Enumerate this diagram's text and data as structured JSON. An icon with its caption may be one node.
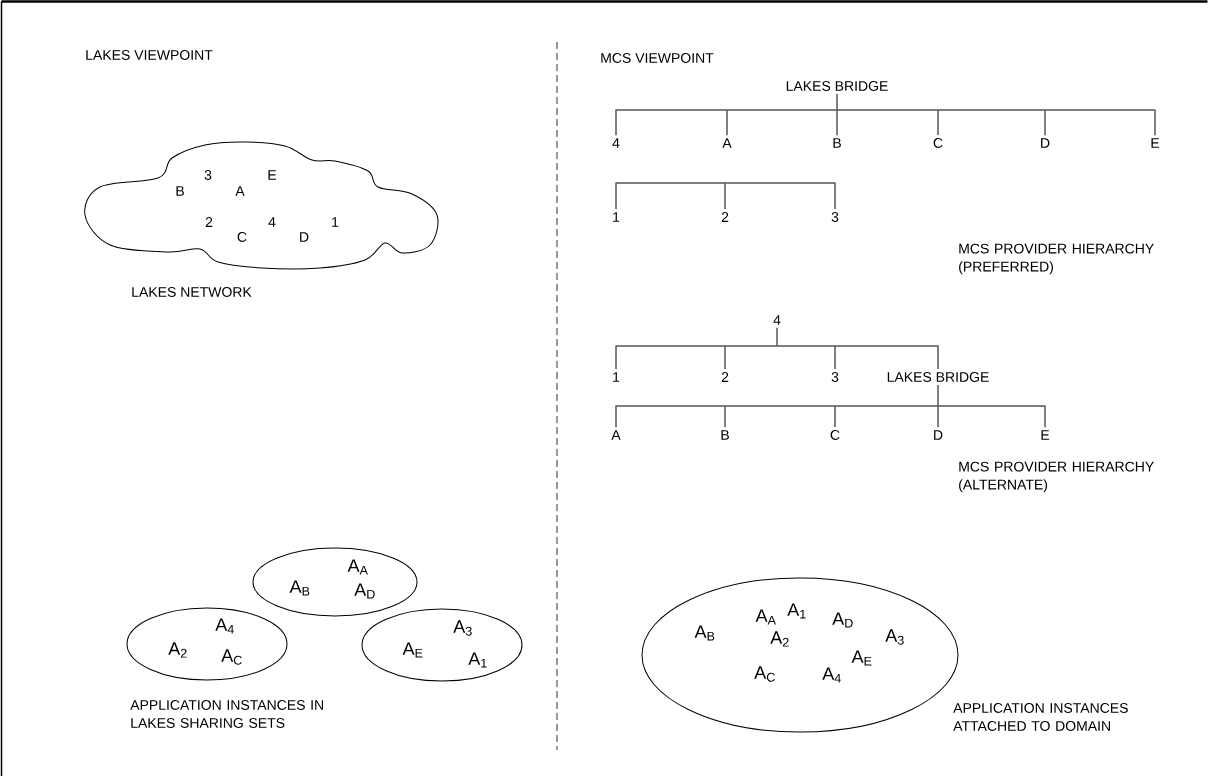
{
  "diagram": {
    "nodes": [
      {
        "text": [
          "B",
          "3",
          "A",
          "E",
          "2",
          "C",
          "4",
          "D",
          "1"
        ],
        "beside": [
          "LAKES NETWORK"
        ]
      },
      {
        "text": [
          "LAKES BRIDGE"
        ]
      },
      {
        "text": [],
        "shape": "bar"
      },
      {
        "text": [
          "4"
        ]
      },
      {
        "text": [
          "A"
        ]
      },
      {
        "text": [
          "B"
        ]
      },
      {
        "text": [
          "C"
        ]
      },
      {
        "text": [
          "D"
        ]
      },
      {
        "text": [
          "E"
        ]
      },
      {
        "text": [],
        "shape": "bar"
      },
      {
        "text": [
          "1"
        ]
      },
      {
        "text": [
          "2"
        ]
      },
      {
        "text": [
          "3"
        ]
      },
      {
        "text": [
          "4"
        ]
      },
      {
        "text": [],
        "shape": "bar"
      },
      {
        "text": [
          "1"
        ]
      },
      {
        "text": [
          "2"
        ]
      },
      {
        "text": [
          "3"
        ]
      },
      {
        "text": [
          "LAKES BRIDGE"
        ]
      },
      {
        "text": [],
        "shape": "bar"
      },
      {
        "text": [
          "A"
        ]
      },
      {
        "text": [
          "B"
        ]
      },
      {
        "text": [
          "C"
        ]
      },
      {
        "text": [
          "D"
        ]
      },
      {
        "text": [
          "E"
        ]
      },
      {
        "text": [
          "A$_{A}$",
          "A$_{B}$",
          "A$_{D}$"
        ]
      },
      {
        "text": [
          "A$_{4}$",
          "A$_{2}$",
          "A$_{C}$"
        ]
      },
      {
        "text": [
          "A$_{3}$",
          "A$_{E}$",
          "A$_{1}$"
        ]
      },
      {
        "text": [
          "A$_{A}$",
          "A$_{1}$",
          "A$_{D}$",
          "A$_{B}$",
          "A$_{2}$",
          "A$_{3}$",
          "A$_{E}$",
          "A$_{C}$",
          "A$_{4}$"
        ],
        "beside": [
          "APPLICATION INSTANCES ATTACHED TO DOMAIN"
        ]
      }
    ],
    "edges": [
      {
        "from": 2,
        "to": 1,
        "arrow": "none"
      },
      {
        "from": 2,
        "to": 3,
        "arrow": "none"
      },
      {
        "from": 2,
        "to": 4,
        "arrow": "none"
      },
      {
        "from": 2,
        "to": 5,
        "arrow": "none"
      },
      {
        "from": 2,
        "to": 6,
        "arrow": "none"
      },
      {
        "from": 2,
        "to": 7,
        "arrow": "none"
      },
      {
        "from": 2,
        "to": 8,
        "arrow": "none"
      },
      {
        "from": 9,
        "to": 10,
        "arrow": "none"
      },
      {
        "from": 9,
        "to": 11,
        "arrow": "none"
      },
      {
        "from": 9,
        "to": 12,
        "arrow": "none"
      },
      {
        "from": 14,
        "to": 13,
        "arrow": "none"
      },
      {
        "from": 14,
        "to": 15,
        "arrow": "none"
      },
      {
        "from": 14,
        "to": 16,
        "arrow": "none"
      },
      {
        "from": 14,
        "to": 17,
        "arrow": "none"
      },
      {
        "from": 14,
        "to": 18,
        "arrow": "none"
      },
      {
        "from": 19,
        "to": 18,
        "arrow": "none"
      },
      {
        "from": 19,
        "to": 20,
        "arrow": "none"
      },
      {
        "from": 19,
        "to": 21,
        "arrow": "none"
      },
      {
        "from": 19,
        "to": 22,
        "arrow": "none"
      },
      {
        "from": 19,
        "to": 23,
        "arrow": "none"
      },
      {
        "from": 19,
        "to": 24,
        "arrow": "none"
      }
    ],
    "labels": [
      "LAKES VIEWPOINT",
      "MCS VIEWPOINT",
      "MCS PROVIDER HIERARCHY (PREFERRED)",
      "MCS PROVIDER HIERARCHY (ALTERNATE)",
      "APPLICATION INSTANCES IN LAKES SHARING SETS"
    ]
  }
}
